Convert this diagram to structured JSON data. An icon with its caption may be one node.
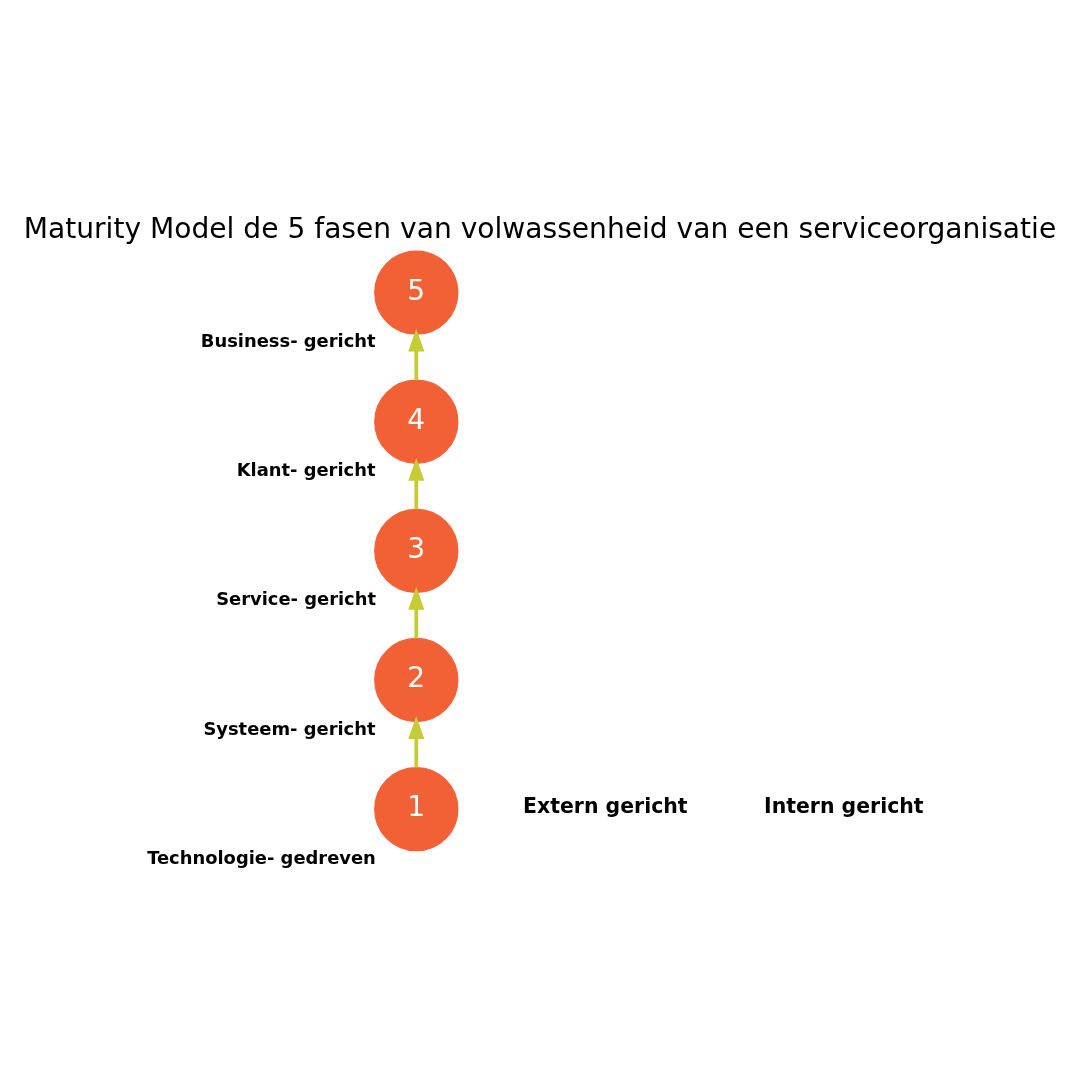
{
  "diagram": {
    "title": "Maturity Model de 5 fasen van volwassenheid van een serviceorganisatie",
    "nodes": [
      {
        "text": [
          "1"
        ],
        "beside": [
          "Technologie- gedreven"
        ]
      },
      {
        "text": [
          "2"
        ],
        "beside": [
          "Systeem- gericht"
        ]
      },
      {
        "text": [
          "3"
        ],
        "beside": [
          "Service- gericht"
        ]
      },
      {
        "text": [
          "4"
        ],
        "beside": [
          "Klant- gericht"
        ]
      },
      {
        "text": [
          "5"
        ],
        "beside": [
          "Business- gericht"
        ]
      }
    ],
    "edges": [
      {
        "from": 0,
        "to": 1,
        "arrow": "to",
        "color": "#c5cc35"
      },
      {
        "from": 1,
        "to": 2,
        "arrow": "to",
        "color": "#c5cc35"
      },
      {
        "from": 2,
        "to": 3,
        "arrow": "to",
        "color": "#c5cc35"
      },
      {
        "from": 3,
        "to": 4,
        "arrow": "to",
        "color": "#c5cc35"
      }
    ],
    "labels": [
      "Extern gericht",
      "Intern gericht"
    ]
  }
}
